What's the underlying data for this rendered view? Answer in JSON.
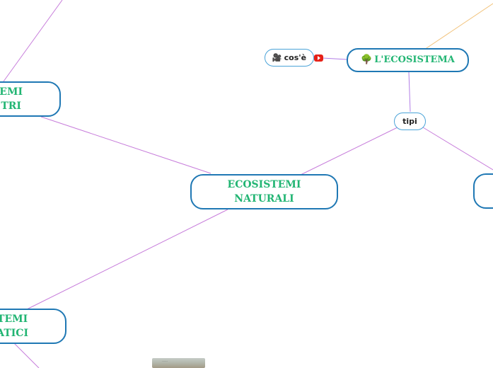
{
  "map": {
    "root": {
      "label": "L'ECOSISTEMA",
      "icon": "tree-icon",
      "icon_glyph": "🌳"
    },
    "cose": {
      "label": "cos'è",
      "icon": "film-reel-icon",
      "icon_glyph": "🎥"
    },
    "tipi": {
      "label": "tipi"
    },
    "naturali": {
      "label": "ECOSISTEMI\nNATURALI"
    },
    "terrestri": {
      "label": "EMI\nTRI"
    },
    "acquatici": {
      "label": "TEMI\nATICI"
    },
    "right_node": {
      "label": ""
    }
  },
  "colors": {
    "node_border": "#1f78b4",
    "node_text": "#22b573",
    "pill_border": "#4aa3d8",
    "link_purple": "#c77ddb",
    "link_orange": "#f2c27a",
    "youtube_red": "#e62117"
  },
  "icons": [
    "tree-icon",
    "film-reel-icon",
    "youtube-icon"
  ]
}
